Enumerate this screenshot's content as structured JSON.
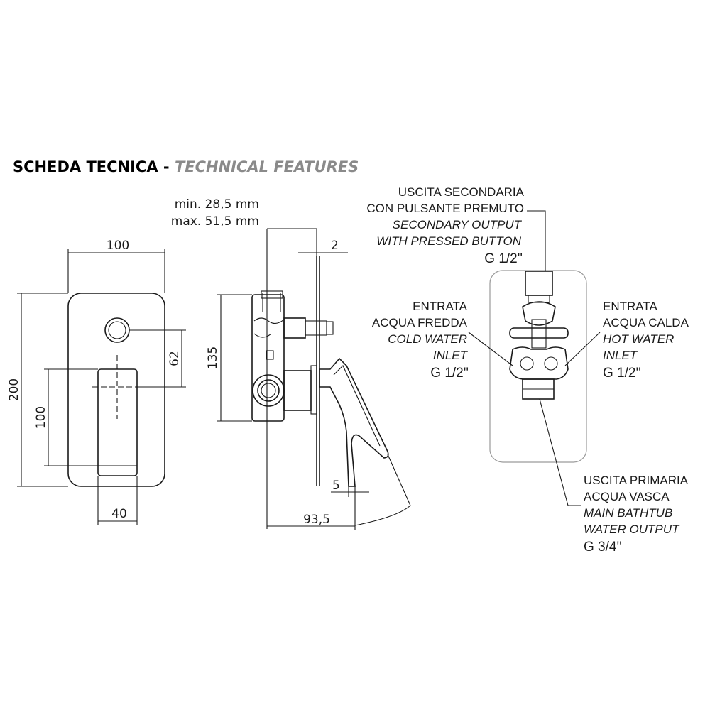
{
  "title": {
    "main": "SCHEDA TECNICA",
    "separator": " - ",
    "sub": "TECHNICAL FEATURES"
  },
  "depth_range": {
    "min": "min. 28,5 mm",
    "max": "max. 51,5 mm"
  },
  "dimensions": {
    "width": "100",
    "height": "200",
    "button_offset": "62",
    "lever_height": "100",
    "lever_width": "40",
    "body_height": "135",
    "plate_thickness": "2",
    "lever_gap": "5",
    "total_depth": "93,5"
  },
  "labels": {
    "secondary": [
      "USCITA SECONDARIA",
      "CON PULSANTE PREMUTO",
      "SECONDARY OUTPUT",
      "WITH PRESSED BUTTON",
      "G 1/2''"
    ],
    "cold": [
      "ENTRATA",
      "ACQUA FREDDA",
      "COLD WATER",
      "INLET",
      "G 1/2''"
    ],
    "hot": [
      "ENTRATA",
      "ACQUA CALDA",
      "HOT WATER",
      "INLET",
      "G 1/2''"
    ],
    "primary": [
      "USCITA PRIMARIA",
      "ACQUA VASCA",
      "MAIN BATHTUB",
      "WATER OUTPUT",
      "G 3/4''"
    ]
  }
}
